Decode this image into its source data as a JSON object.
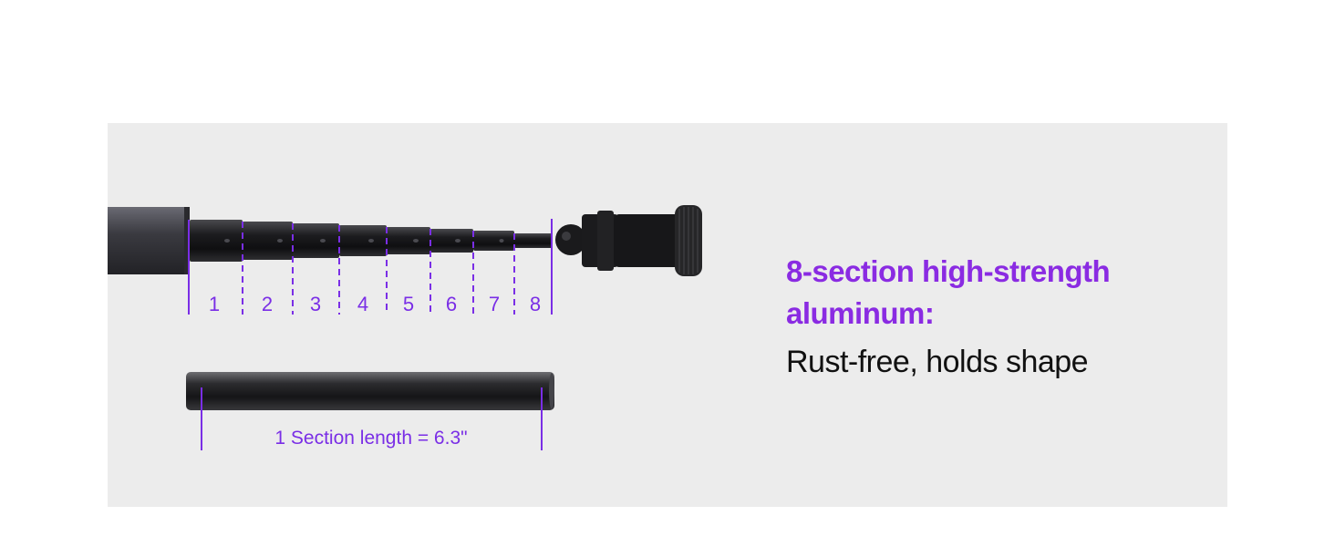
{
  "feature": {
    "headline": "8-section high-strength aluminum:",
    "subline": "Rust-free, holds shape"
  },
  "diagram": {
    "section_numbers": [
      "1",
      "2",
      "3",
      "4",
      "5",
      "6",
      "7",
      "8"
    ],
    "single_section_label": "1 Section length = 6.3\""
  },
  "colors": {
    "accent": "#8a2be2",
    "panel_background": "#ececec",
    "text": "#111111"
  }
}
